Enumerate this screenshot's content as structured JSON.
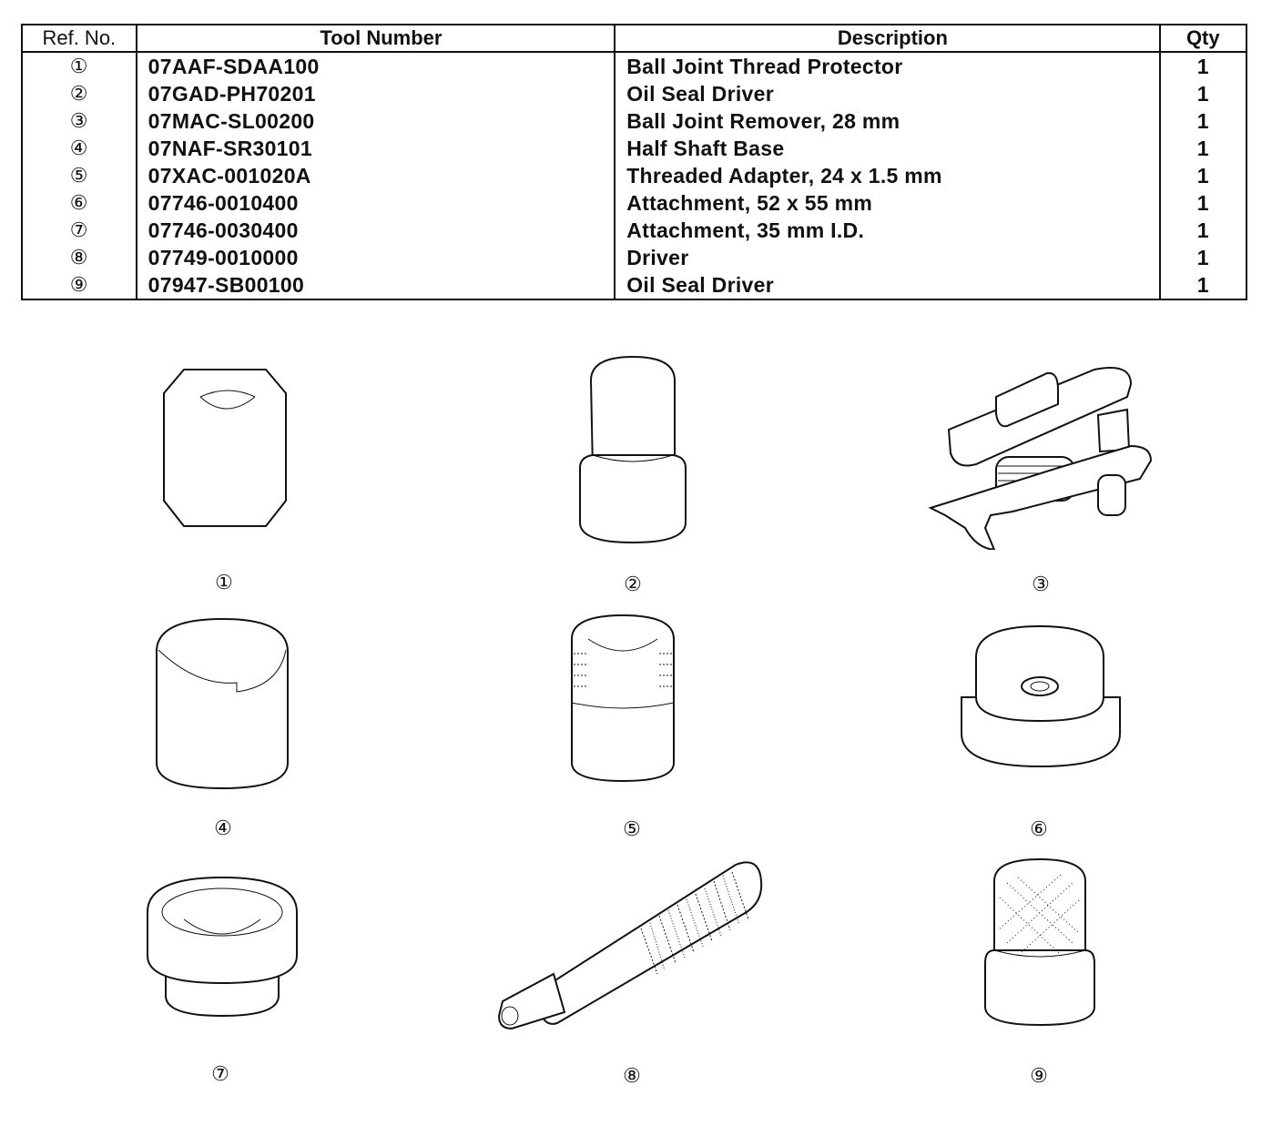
{
  "table": {
    "headers": [
      "Ref. No.",
      "Tool Number",
      "Description",
      "Qty"
    ],
    "rows": [
      {
        "ref": "①",
        "tool": "07AAF-SDAA100",
        "desc": "Ball Joint Thread Protector",
        "qty": "1"
      },
      {
        "ref": "②",
        "tool": "07GAD-PH70201",
        "desc": "Oil Seal Driver",
        "qty": "1"
      },
      {
        "ref": "③",
        "tool": "07MAC-SL00200",
        "desc": "Ball Joint Remover, 28 mm",
        "qty": "1"
      },
      {
        "ref": "④",
        "tool": "07NAF-SR30101",
        "desc": "Half Shaft Base",
        "qty": "1"
      },
      {
        "ref": "⑤",
        "tool": "07XAC-001020A",
        "desc": "Threaded Adapter, 24 x 1.5 mm",
        "qty": "1"
      },
      {
        "ref": "⑥",
        "tool": "07746-0010400",
        "desc": "Attachment, 52 x 55 mm",
        "qty": "1"
      },
      {
        "ref": "⑦",
        "tool": "07746-0030400",
        "desc": "Attachment, 35 mm I.D.",
        "qty": "1"
      },
      {
        "ref": "⑧",
        "tool": "07749-0010000",
        "desc": "Driver",
        "qty": "1"
      },
      {
        "ref": "⑨",
        "tool": "07947-SB00100",
        "desc": "Oil Seal Driver",
        "qty": "1"
      }
    ]
  },
  "figures": {
    "captions": [
      "①",
      "②",
      "③",
      "④",
      "⑤",
      "⑥",
      "⑦",
      "⑧",
      "⑨"
    ]
  }
}
